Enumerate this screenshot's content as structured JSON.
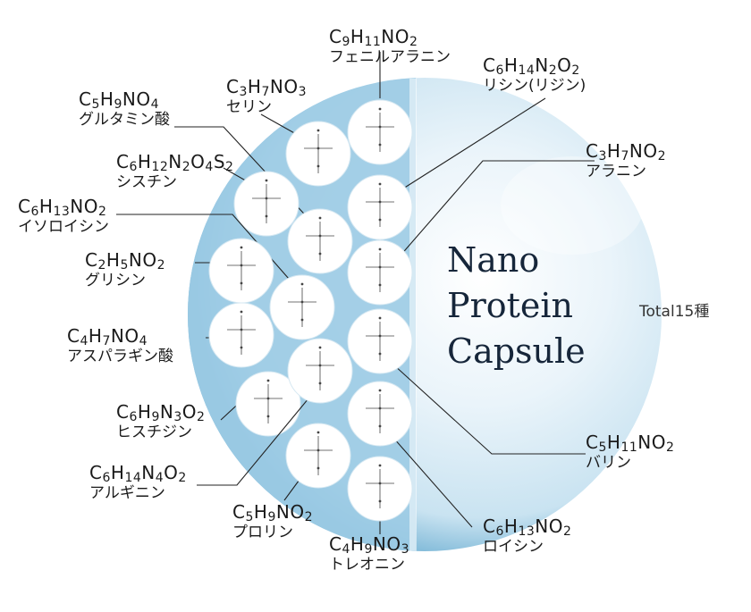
{
  "title": [
    "Nano",
    "Protein",
    "Capsule"
  ],
  "total": "Total15種",
  "aminos": [
    {
      "id": "phenylalanine",
      "formula": [
        "C",
        "9",
        "H",
        "11",
        "NO",
        "2"
      ],
      "name": "フェニルアラニン"
    },
    {
      "id": "lysine",
      "formula": [
        "C",
        "6",
        "H",
        "14",
        "N",
        "2",
        "O",
        "2"
      ],
      "name": "リシン(リジン)"
    },
    {
      "id": "serine",
      "formula": [
        "C",
        "3",
        "H",
        "7",
        "NO",
        "3"
      ],
      "name": "セリン"
    },
    {
      "id": "glutamic",
      "formula": [
        "C",
        "5",
        "H",
        "9",
        "NO",
        "4"
      ],
      "name": "グルタミン酸"
    },
    {
      "id": "cystine",
      "formula": [
        "C",
        "6",
        "H",
        "12",
        "N",
        "2",
        "O",
        "4",
        "S",
        "2"
      ],
      "name": "シスチン"
    },
    {
      "id": "isoleucine",
      "formula": [
        "C",
        "6",
        "H",
        "13",
        "NO",
        "2"
      ],
      "name": "イソロイシン"
    },
    {
      "id": "glycine",
      "formula": [
        "C",
        "2",
        "H",
        "5",
        "NO",
        "2"
      ],
      "name": "グリシン"
    },
    {
      "id": "aspartic",
      "formula": [
        "C",
        "4",
        "H",
        "7",
        "NO",
        "4"
      ],
      "name": "アスパラギン酸"
    },
    {
      "id": "histidine",
      "formula": [
        "C",
        "6",
        "H",
        "9",
        "N",
        "3",
        "O",
        "2"
      ],
      "name": "ヒスチジン"
    },
    {
      "id": "arginine",
      "formula": [
        "C",
        "6",
        "H",
        "14",
        "N",
        "4",
        "O",
        "2"
      ],
      "name": "アルギニン"
    },
    {
      "id": "proline",
      "formula": [
        "C",
        "5",
        "H",
        "9",
        "NO",
        "2"
      ],
      "name": "プロリン"
    },
    {
      "id": "threonine",
      "formula": [
        "C",
        "4",
        "H",
        "9",
        "NO",
        "3"
      ],
      "name": "トレオニン"
    },
    {
      "id": "leucine",
      "formula": [
        "C",
        "6",
        "H",
        "13",
        "NO",
        "2"
      ],
      "name": "ロイシン"
    },
    {
      "id": "valine",
      "formula": [
        "C",
        "5",
        "H",
        "11",
        "NO",
        "2"
      ],
      "name": "バリン"
    },
    {
      "id": "alanine",
      "formula": [
        "C",
        "3",
        "H",
        "7",
        "NO",
        "2"
      ],
      "name": "アラニン"
    }
  ],
  "colors": {
    "sphere_light": "#eaf4fa",
    "sphere_mid": "#c9e3f1",
    "sphere_dark": "#7fb9d8",
    "band": "#9ccbe4",
    "line": "#222222"
  }
}
